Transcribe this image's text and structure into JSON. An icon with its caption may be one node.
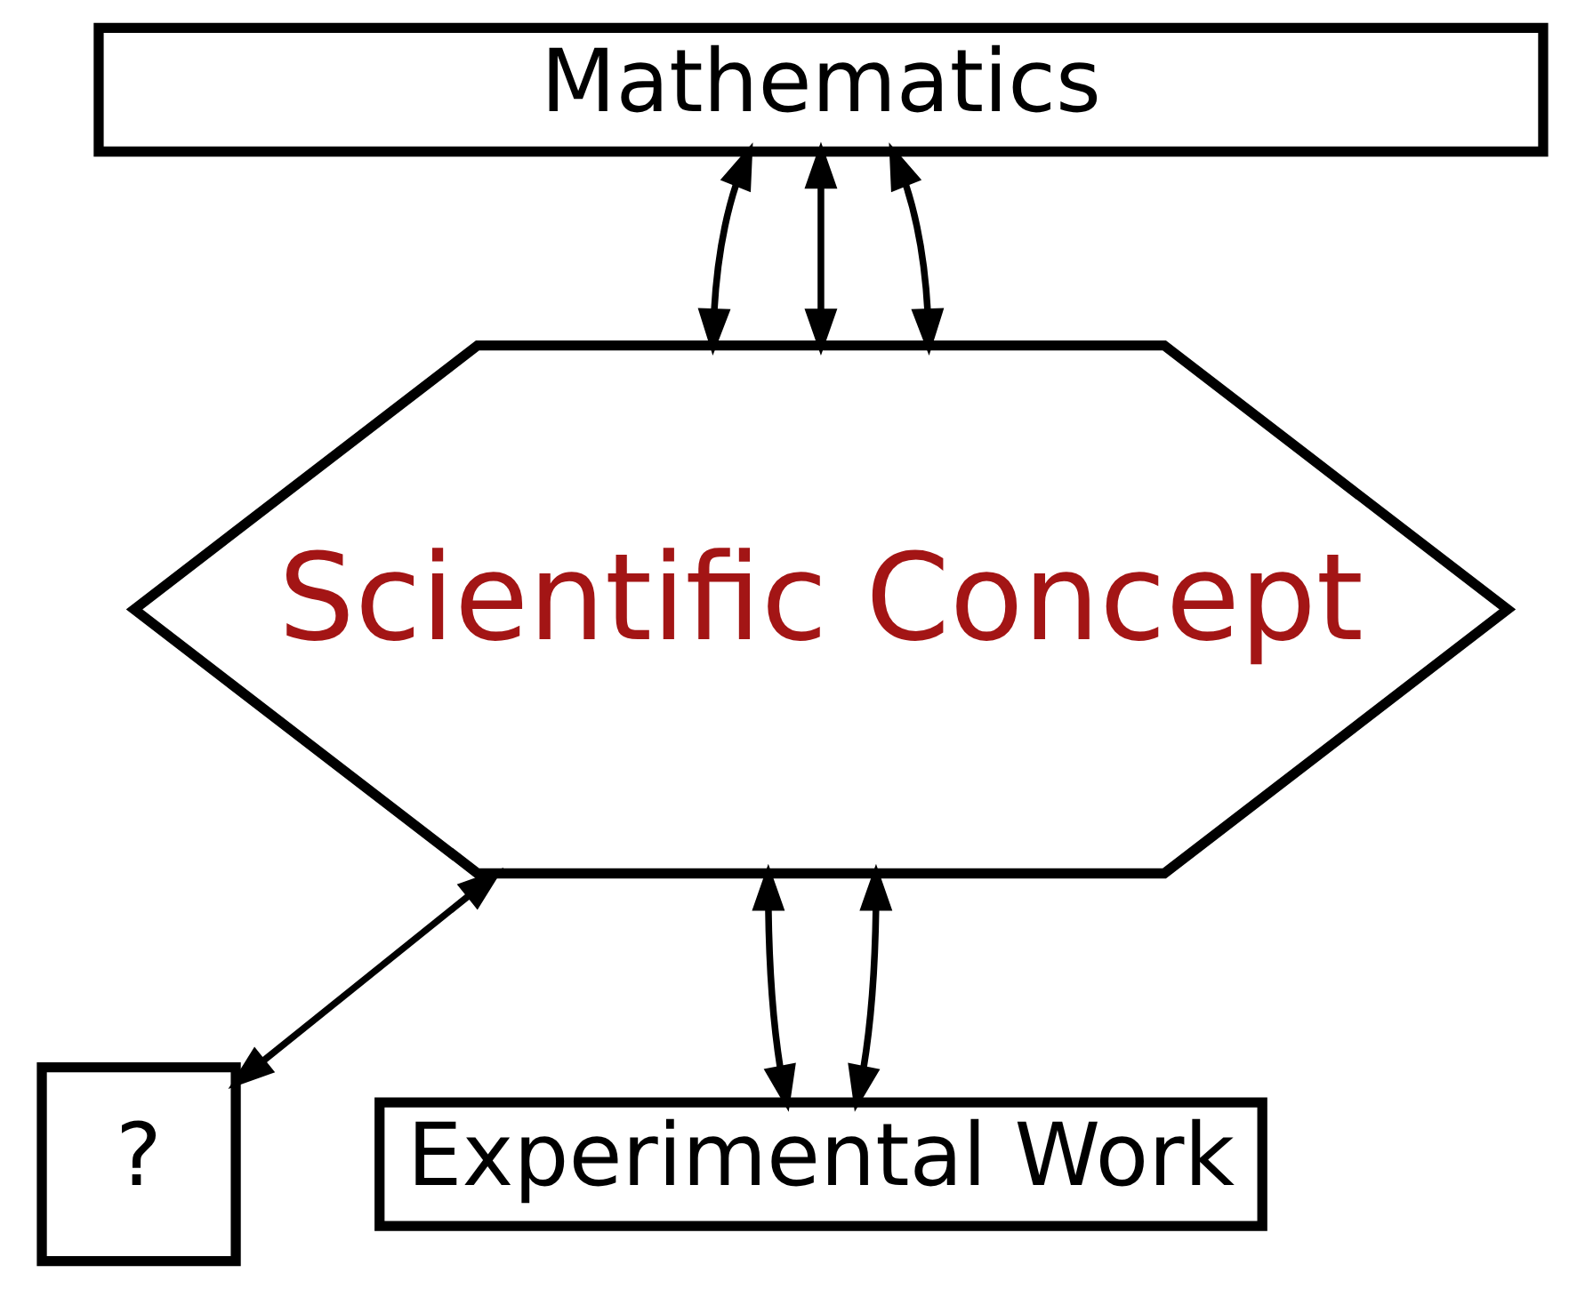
{
  "diagram": {
    "nodes": [
      {
        "text": [
          "Scientific Concept"
        ]
      },
      {
        "text": [
          "Mathematics"
        ]
      },
      {
        "text": [
          "?"
        ]
      },
      {
        "text": [
          "Experimental Work"
        ]
      }
    ],
    "edges": [
      {
        "from": 1,
        "to": 0,
        "arrow": "both"
      },
      {
        "from": 1,
        "to": 0,
        "arrow": "both"
      },
      {
        "from": 1,
        "to": 0,
        "arrow": "both"
      },
      {
        "from": 2,
        "to": 0,
        "arrow": "both"
      },
      {
        "from": 3,
        "to": 0,
        "arrow": "both"
      },
      {
        "from": 3,
        "to": 0,
        "arrow": "both"
      }
    ]
  }
}
